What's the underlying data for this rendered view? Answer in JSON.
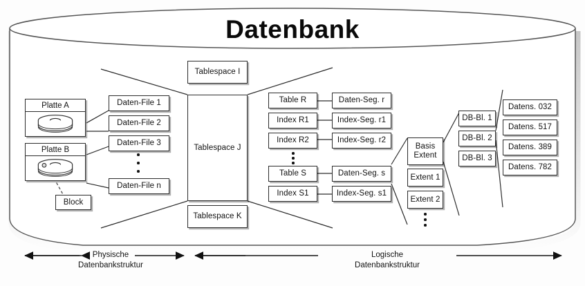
{
  "figure": {
    "title": "Datenbank",
    "kind": "layered-architecture-diagram"
  },
  "physical": {
    "disks": [
      {
        "label": "Platte A",
        "icon": "disk-stack-icon"
      },
      {
        "label": "Platte B",
        "icon": "disk-stack-icon"
      }
    ],
    "block": {
      "label": "Block"
    },
    "data_files": [
      {
        "label": "Daten-File 1"
      },
      {
        "label": "Daten-File 2"
      },
      {
        "label": "Daten-File 3"
      },
      {
        "label": "Daten-File n"
      }
    ],
    "data_files_ellipsis": true
  },
  "tablespaces": [
    {
      "label": "Tablespace I"
    },
    {
      "label": "Tablespace J"
    },
    {
      "label": "Tablespace K"
    }
  ],
  "objects": [
    {
      "label": "Table R"
    },
    {
      "label": "Index R1"
    },
    {
      "label": "Index R2"
    },
    {
      "label": "Table S"
    },
    {
      "label": "Index S1"
    }
  ],
  "objects_ellipsis_after": 3,
  "segments": [
    {
      "label": "Daten-Seg. r"
    },
    {
      "label": "Index-Seg. r1"
    },
    {
      "label": "Index-Seg. r2"
    },
    {
      "label": "Daten-Seg. s"
    },
    {
      "label": "Index-Seg. s1"
    }
  ],
  "extents": [
    {
      "line1": "Basis",
      "line2": "Extent"
    },
    {
      "label": "Extent 1"
    },
    {
      "label": "Extent 2"
    }
  ],
  "extents_ellipsis": true,
  "db_blocks": [
    {
      "label": "DB-Bl. 1"
    },
    {
      "label": "DB-Bl. 2"
    },
    {
      "label": "DB-Bl. 3"
    }
  ],
  "records": [
    {
      "label": "Datens. 032"
    },
    {
      "label": "Datens. 517"
    },
    {
      "label": "Datens. 389"
    },
    {
      "label": "Datens. 782"
    }
  ],
  "axes": [
    {
      "line1": "Physische",
      "line2": "Datenbankstruktur"
    },
    {
      "line1": "Logische",
      "line2": "Datenbankstruktur"
    }
  ],
  "colors": {
    "stroke": "#2b2b2b",
    "text": "#101010",
    "background": "#ffffff",
    "cylinder_stroke": "#555555"
  }
}
